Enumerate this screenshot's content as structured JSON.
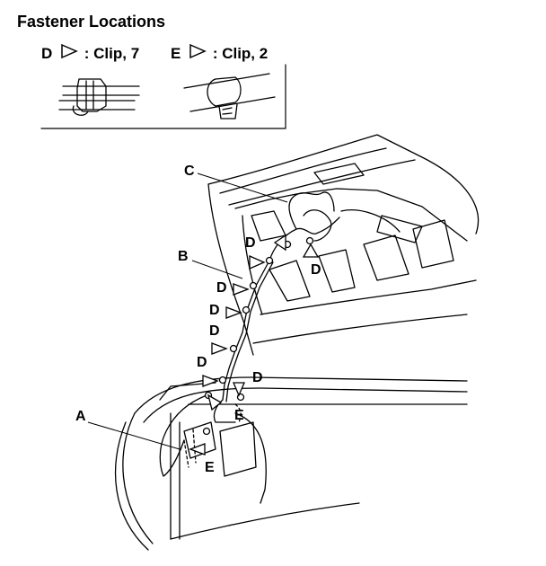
{
  "title": "Fastener Locations",
  "legend": [
    {
      "code": "D",
      "desc": ": Clip, 7"
    },
    {
      "code": "E",
      "desc": ": Clip, 2"
    }
  ],
  "callouts": {
    "a": "A",
    "b": "B",
    "c": "C",
    "d": "D",
    "e": "E"
  }
}
